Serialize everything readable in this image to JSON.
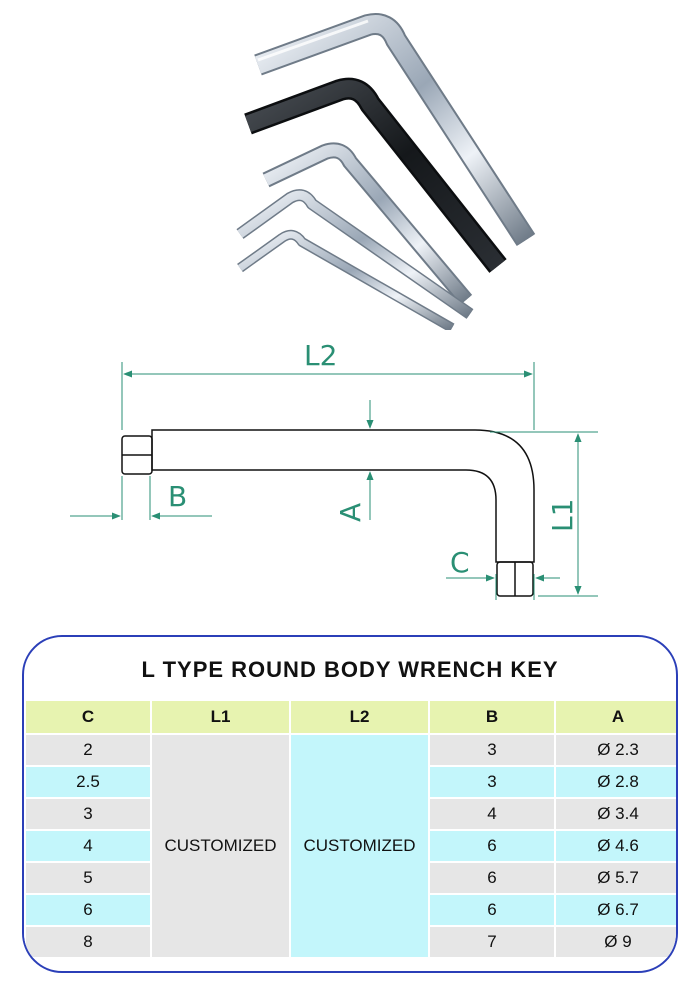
{
  "colors": {
    "dimension_line": "#2a8f74",
    "panel_border": "#2b3fb8",
    "header_bg": "#e7f3b0",
    "row_grey": "#e6e6e6",
    "row_cyan": "#c3f6fb"
  },
  "drawing_labels": {
    "l2": "L2",
    "l1": "L1",
    "a": "A",
    "b": "B",
    "c": "C"
  },
  "table": {
    "title": "L TYPE ROUND BODY WRENCH KEY",
    "headers": [
      "C",
      "L1",
      "L2",
      "B",
      "A"
    ],
    "merged_l1": "CUSTOMIZED",
    "merged_l2": "CUSTOMIZED",
    "rows": [
      {
        "c": "2",
        "b": "3",
        "a": "Ø 2.3"
      },
      {
        "c": "2.5",
        "b": "3",
        "a": "Ø 2.8"
      },
      {
        "c": "3",
        "b": "4",
        "a": "Ø 3.4"
      },
      {
        "c": "4",
        "b": "6",
        "a": "Ø 4.6"
      },
      {
        "c": "5",
        "b": "6",
        "a": "Ø 5.7"
      },
      {
        "c": "6",
        "b": "6",
        "a": "Ø 6.7"
      },
      {
        "c": "8",
        "b": "7",
        "a": "Ø 9"
      }
    ]
  }
}
